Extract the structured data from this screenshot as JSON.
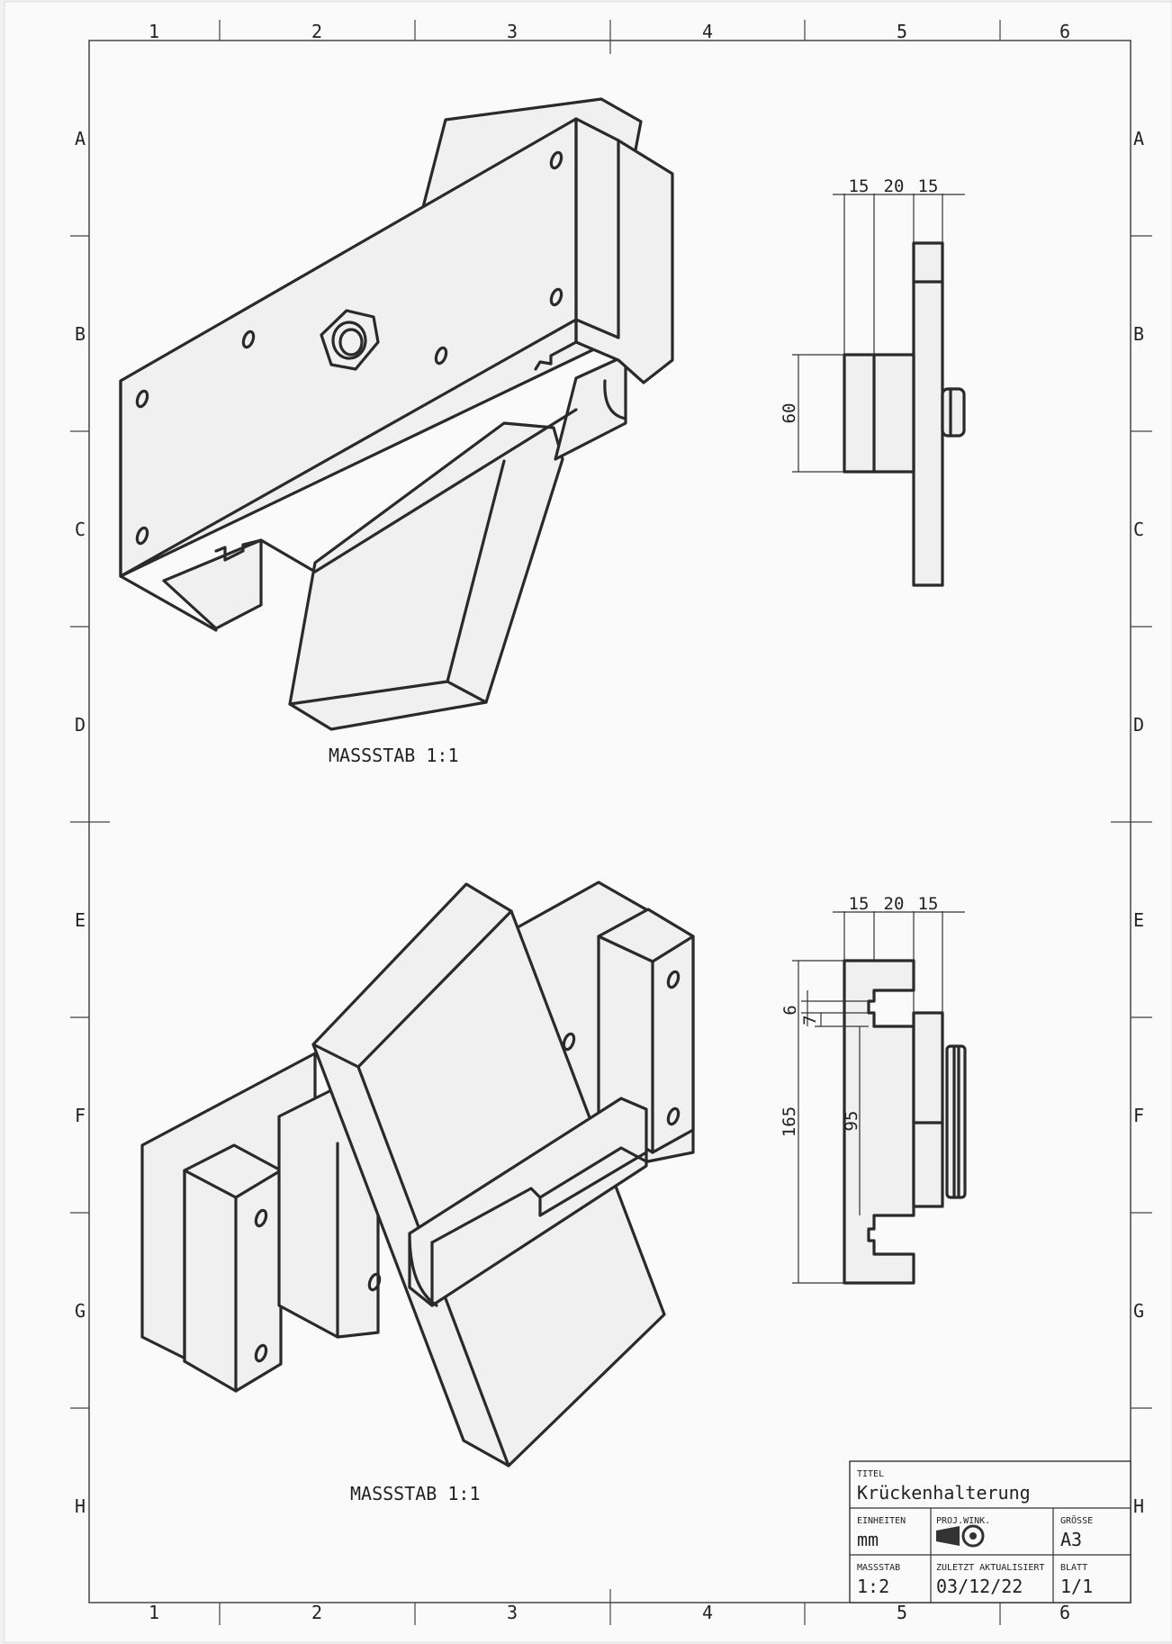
{
  "zones": {
    "columns": [
      "1",
      "2",
      "3",
      "4",
      "5",
      "6"
    ],
    "rows": [
      "A",
      "B",
      "C",
      "D",
      "E",
      "F",
      "G",
      "H"
    ]
  },
  "views": {
    "top_scale": "MASSSTAB 1:1",
    "bottom_scale": "MASSSTAB 1:1"
  },
  "dimensions": {
    "top": {
      "d1": "15",
      "d2": "20",
      "d3": "15",
      "height": "60"
    },
    "bottom": {
      "d1": "15",
      "d2": "20",
      "d3": "15",
      "a": "6",
      "b": "7",
      "inner": "95",
      "total": "165"
    }
  },
  "title_block": {
    "title_label": "TITEL",
    "title": "Krückenhalterung",
    "units_label": "EINHEITEN",
    "units": "mm",
    "projection_label": "PROJ.WINK.",
    "size_label": "GRÖSSE",
    "size": "A3",
    "scale_label": "MASSSTAB",
    "scale": "1:2",
    "updated_label": "ZULETZT AKTUALISIERT",
    "updated": "03/12/22",
    "sheet_label": "BLATT",
    "sheet": "1/1"
  }
}
